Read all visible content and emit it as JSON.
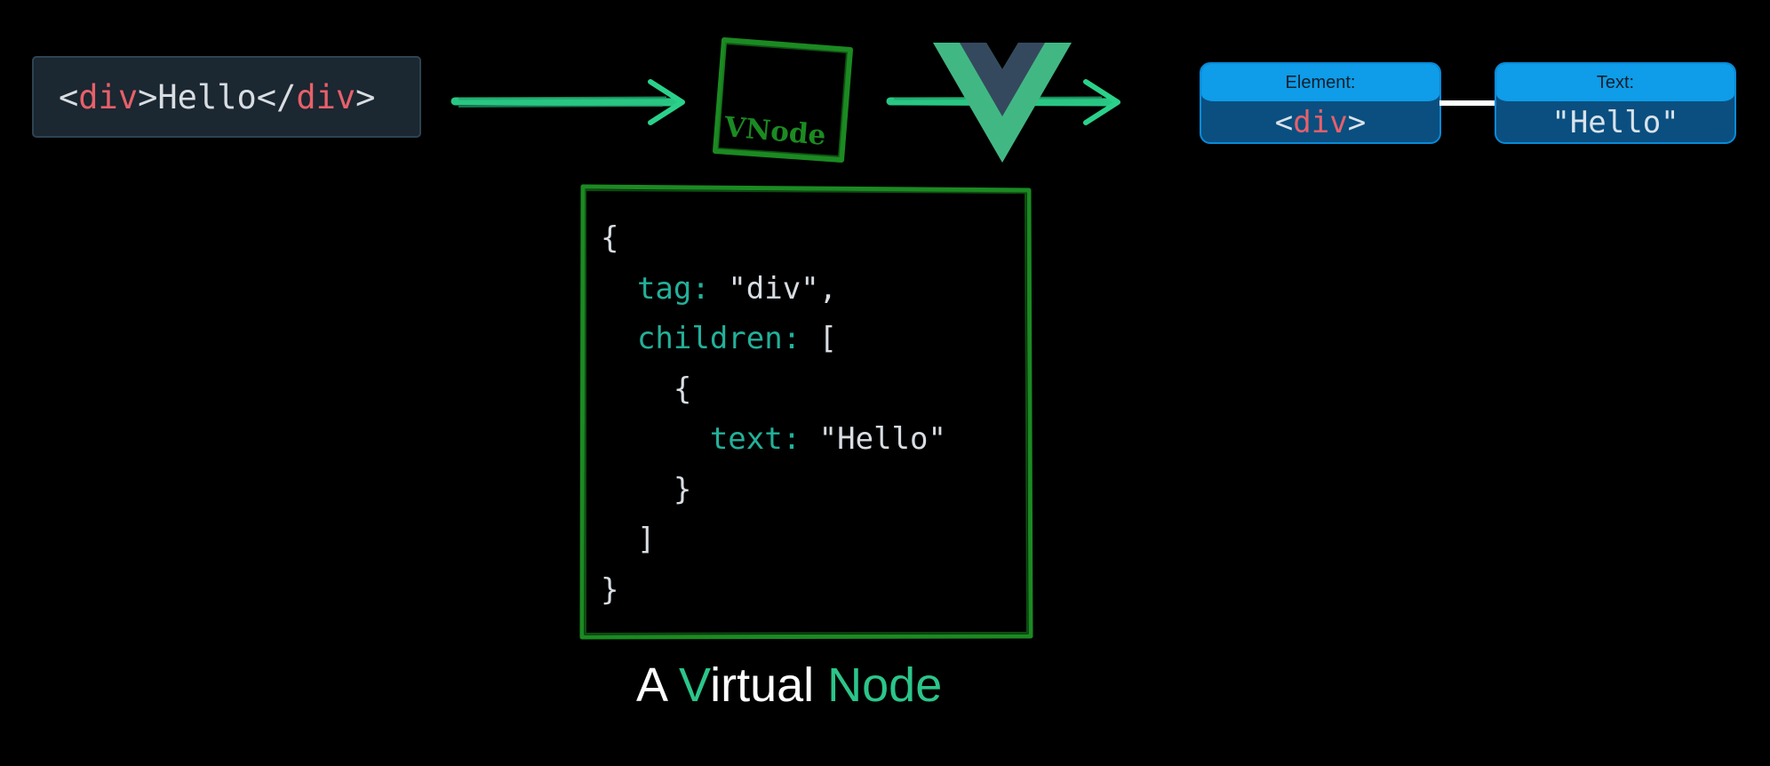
{
  "source": {
    "open_lt": "<",
    "open_tag": "div",
    "open_gt": ">",
    "text": "Hello",
    "close_lt": "</",
    "close_tag": "div",
    "close_gt": ">"
  },
  "vnode_label": "VNode",
  "dom_nodes": [
    {
      "header": "Element:",
      "value_pre": "<",
      "value_tag": "div",
      "value_post": ">"
    },
    {
      "header": "Text:",
      "value": "\"Hello\""
    }
  ],
  "code": {
    "l1": "{",
    "l2_key": "tag:",
    "l2_val": " \"div\",",
    "l3_key": "children:",
    "l3_val": " [",
    "l4": "{",
    "l5_key": "text:",
    "l5_val": " \"Hello\"",
    "l6": "}",
    "l7": "]",
    "l8": "}"
  },
  "caption": {
    "a": "A ",
    "v": "V",
    "irtual": "irtual ",
    "node": "Node"
  },
  "colors": {
    "background": "#000000",
    "tag_red": "#e8606a",
    "code_key_teal": "#23b09a",
    "arrow_green": "#2bd18a",
    "vnode_green": "#1b8a22",
    "vue_green": "#41b883",
    "vue_dark": "#35495e",
    "dom_header_blue": "#0f9ce8",
    "dom_body_blue": "#0a4f80",
    "caption_green": "#2bc58a"
  },
  "icons": {
    "vue_logo": "vue-logo-icon",
    "arrow": "arrow-right-icon"
  }
}
